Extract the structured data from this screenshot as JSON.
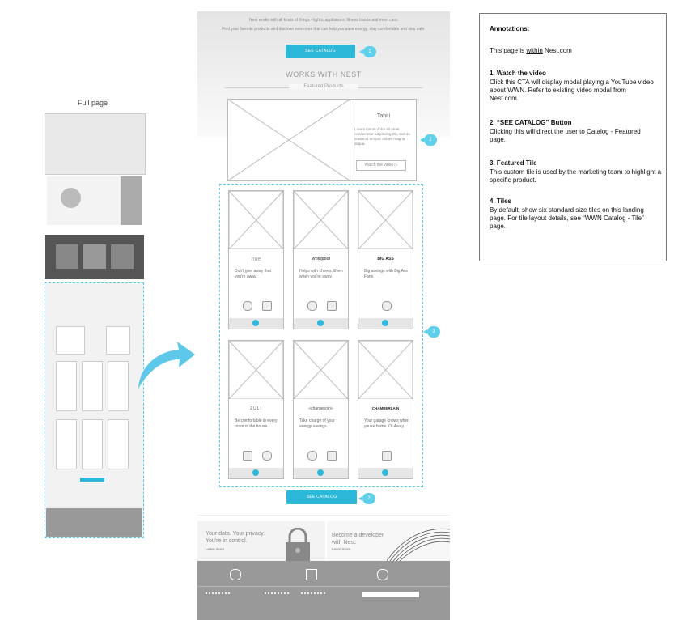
{
  "thumbnail": {
    "label": "Full page"
  },
  "wireframe": {
    "intro_line1": "Nest works with all kinds of things - lights, appliances, fitness bands and even cars.",
    "intro_line2": "Find your favorite products and discover new ones that can help you save energy, stay comfortable and stay safe.",
    "cta_label": "SEE CATALOG",
    "section_title": "WORKS WITH NEST",
    "section_subtitle": "Featured Products",
    "featured": {
      "title": "Tahiti",
      "body": "Lorem ipsum dolor sit amet, consectetur adipiscing elit, sed do eiusmod tempor dolore magna aliqua.",
      "button": "Watch the video"
    },
    "tiles": [
      {
        "logo": "hue",
        "desc": "Don't give away that you're away."
      },
      {
        "logo": "Whirlpool",
        "desc": "Helps with chores. Even when you're away."
      },
      {
        "logo": "BIG ASS",
        "desc": "Big savings with Big Ass Fans."
      },
      {
        "logo": "ZULI",
        "desc": "Be comfortable in every room of the house."
      },
      {
        "logo": "«chargepoin»",
        "desc": "Take charge of your energy savings."
      },
      {
        "logo": "CHAMBERLAIN",
        "desc": "Your garage knows when you're home. Or Away."
      }
    ],
    "privacy": {
      "line1": "Your data. Your privacy.",
      "line2": "You're in control.",
      "link": "Learn more"
    },
    "developer": {
      "line1": "Become a developer",
      "line2": "with Nest.",
      "link": "Learn more"
    },
    "pins": [
      "1",
      "2",
      "3",
      "2"
    ]
  },
  "annotations": {
    "heading": "Annotations:",
    "intro_prefix": "This page is ",
    "intro_underlined": "within",
    "intro_suffix": " Nest.com",
    "items": [
      {
        "title": "1. Watch the video",
        "body": "Click this CTA will display modal playing a YouTube video about WWN. Refer to existing video modal from Nest.com."
      },
      {
        "title": "2. “SEE CATALOG” Button",
        "body": "Clicking this will direct the user to Catalog - Featured page."
      },
      {
        "title": "3. Featured Tile",
        "body": "This custom tile is used by the marketing team to highlight a specific product."
      },
      {
        "title": "4. Tiles",
        "body": "By default, show six standard size tiles on this landing page. For tile layout details, see “WWN Catalog - Tile” page."
      }
    ]
  },
  "colors": {
    "accent": "#2bb8d9",
    "pin": "#5ed0ec",
    "arrow": "#5ec8ea",
    "footer": "#999999"
  }
}
